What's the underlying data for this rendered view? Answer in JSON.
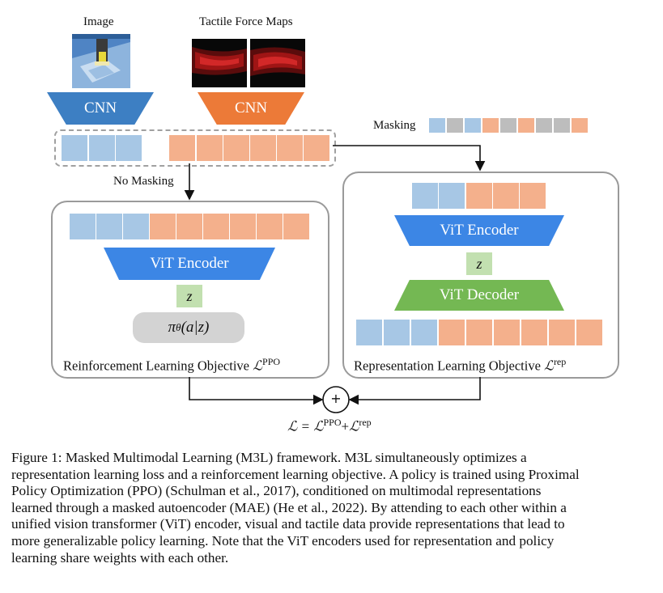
{
  "inputs": {
    "image_label": "Image",
    "tactile_label": "Tactile Force Maps"
  },
  "encoders": {
    "image_cnn": "CNN",
    "tactile_cnn": "CNN"
  },
  "masking_label": "Masking",
  "no_masking_label": "No Masking",
  "rl_panel": {
    "encoder": "ViT Encoder",
    "z": "z",
    "policy": "π_θ(a|z)",
    "policy_pi": "π",
    "policy_theta": "θ",
    "policy_args": "(a|z)",
    "objective": "Reinforcement Learning Objective",
    "loss_symbol": "ℒ",
    "loss_sup": "PPO"
  },
  "rep_panel": {
    "encoder": "ViT Encoder",
    "z": "z",
    "decoder": "ViT Decoder",
    "objective": "Representation Learning Objective",
    "loss_symbol": "ℒ",
    "loss_sup": "rep"
  },
  "combine": {
    "plus": "+",
    "eq_lhs": "ℒ = ",
    "eq_l1": "ℒ",
    "eq_s1": "PPO",
    "eq_plus": "+",
    "eq_l2": "ℒ",
    "eq_s2": "rep"
  },
  "colors": {
    "cnn_image": "#3d7fc3",
    "cnn_tactile": "#ec7a38",
    "vit_encoder": "#3c86e5",
    "vit_decoder": "#74b853",
    "token_visual": "#a7c7e5",
    "token_tactile": "#f4b08c",
    "token_masked": "#bdbdbd",
    "z_box": "#c2e0b0"
  },
  "caption": {
    "line1": "Figure 1: Masked Multimodal Learning (M3L) framework.  M3L simultaneously optimizes a",
    "line2": "representation learning loss and a reinforcement learning objective. A policy is trained using Proximal",
    "line3": "Policy Optimization (PPO) (Schulman et al., 2017), conditioned on multimodal representations",
    "line4": "learned through a masked autoencoder (MAE) (He et al., 2022). By attending to each other within a",
    "line5": "unified vision transformer (ViT) encoder, visual and tactile data provide representations that lead to",
    "line6": "more generalizable policy learning. Note that the ViT encoders used for representation and policy",
    "line7": "learning share weights with each other."
  }
}
